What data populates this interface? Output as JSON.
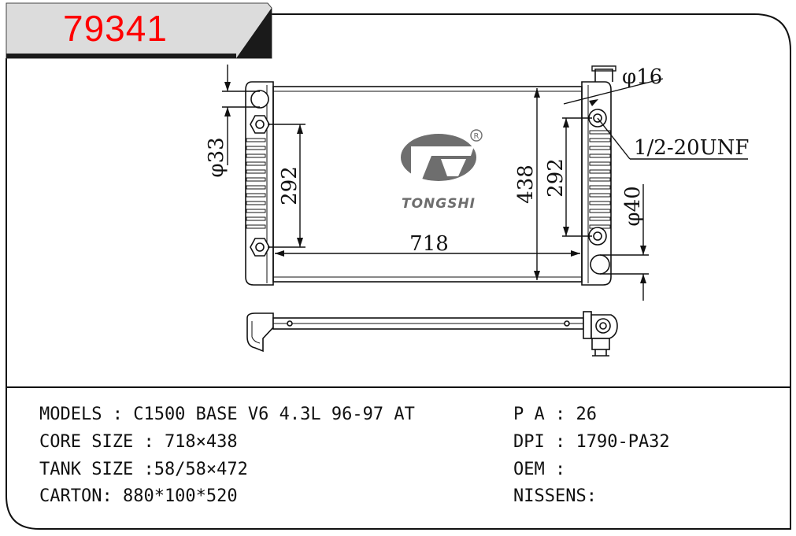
{
  "part_code": "79341",
  "brand": {
    "name": "TONGSHI",
    "registered_mark": "R"
  },
  "dimensions": {
    "core_width": "718",
    "core_height": "438",
    "mount_spacing_left": "292",
    "mount_spacing_right": "292",
    "left_pipe_dia": "φ33",
    "filler_neck_dia": "φ16",
    "right_pipe_dia": "φ40",
    "thread_spec": "1/2-20UNF"
  },
  "specs": {
    "models": "MODELS : C1500 BASE V6 4.3L 96-97 AT",
    "core_size": "CORE SIZE : 718×438",
    "tank_size": "TANK SIZE :58/58×472",
    "carton": "CARTON: 880*100*520",
    "pa": "P A : 26",
    "dpi": "DPI : 1790-PA32",
    "oem": "OEM :",
    "nissens": "NISSENS:"
  }
}
